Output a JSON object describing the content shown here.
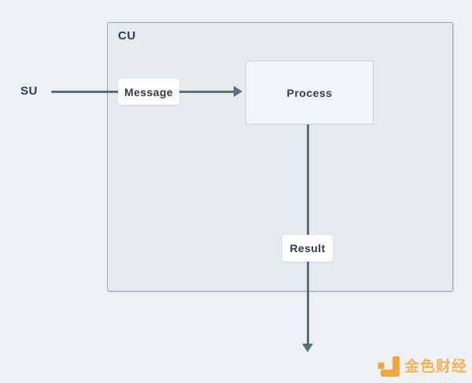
{
  "diagram": {
    "source_label": "SU",
    "container_label": "CU",
    "message_label": "Message",
    "process_label": "Process",
    "result_label": "Result"
  },
  "watermark": {
    "text": "金色财经",
    "icon": "jinse-logo-icon"
  },
  "colors": {
    "page_bg": "#edf1f5",
    "container_bg": "#e5eaef",
    "container_border": "#9aa6b0",
    "process_bg": "#f3f6f8",
    "process_border": "#c9d1d9",
    "arrow": "#5d6d7a",
    "text": "#303c48",
    "label_bg": "#ffffff",
    "watermark": "#f2a73b"
  }
}
